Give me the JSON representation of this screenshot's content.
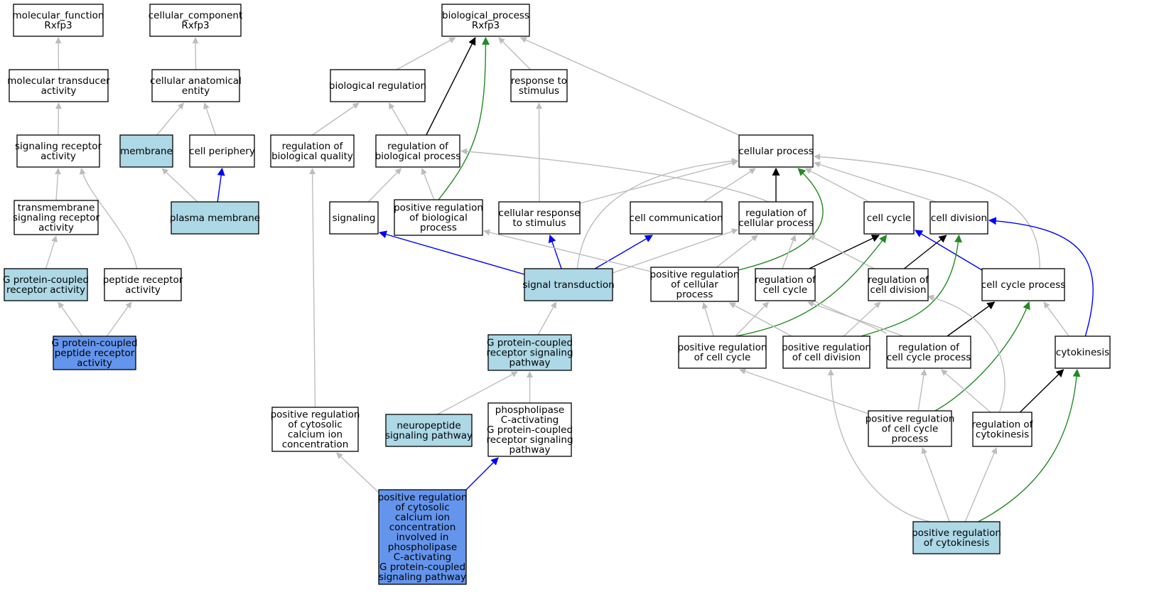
{
  "graph": {
    "colors": {
      "default_fill": "#ffffff",
      "light_fill": "#add8e6",
      "dark_fill": "#6495ed",
      "is_a": "#bdbdbd",
      "part_of": "#000000",
      "positively_regulates": "#228b22",
      "regulates_blue": "#0000ff"
    },
    "nodes": [
      {
        "id": "mf",
        "lines": [
          "molecular_function",
          "Rxfp3"
        ],
        "fill": "default"
      },
      {
        "id": "cc",
        "lines": [
          "cellular_component",
          "Rxfp3"
        ],
        "fill": "default"
      },
      {
        "id": "bp",
        "lines": [
          "biological_process",
          "Rxfp3"
        ],
        "fill": "default"
      },
      {
        "id": "mta",
        "lines": [
          "molecular transducer",
          "activity"
        ],
        "fill": "default"
      },
      {
        "id": "cae",
        "lines": [
          "cellular anatomical",
          "entity"
        ],
        "fill": "default"
      },
      {
        "id": "breg",
        "lines": [
          "biological regulation"
        ],
        "fill": "default"
      },
      {
        "id": "rts",
        "lines": [
          "response to",
          "stimulus"
        ],
        "fill": "default"
      },
      {
        "id": "sra",
        "lines": [
          "signaling receptor",
          "activity"
        ],
        "fill": "default"
      },
      {
        "id": "mem",
        "lines": [
          "membrane"
        ],
        "fill": "light"
      },
      {
        "id": "cper",
        "lines": [
          "cell periphery"
        ],
        "fill": "default"
      },
      {
        "id": "rbq",
        "lines": [
          "regulation of",
          "biological quality"
        ],
        "fill": "default"
      },
      {
        "id": "rbp",
        "lines": [
          "regulation of",
          "biological process"
        ],
        "fill": "default"
      },
      {
        "id": "cp",
        "lines": [
          "cellular process"
        ],
        "fill": "default"
      },
      {
        "id": "tsra",
        "lines": [
          "transmembrane",
          "signaling receptor",
          "activity"
        ],
        "fill": "default"
      },
      {
        "id": "pm",
        "lines": [
          "plasma membrane"
        ],
        "fill": "light"
      },
      {
        "id": "sig",
        "lines": [
          "signaling"
        ],
        "fill": "default"
      },
      {
        "id": "prbp",
        "lines": [
          "positive regulation",
          "of biological",
          "process"
        ],
        "fill": "default"
      },
      {
        "id": "crs",
        "lines": [
          "cellular response",
          "to stimulus"
        ],
        "fill": "default"
      },
      {
        "id": "ccom",
        "lines": [
          "cell communication"
        ],
        "fill": "default"
      },
      {
        "id": "rcp",
        "lines": [
          "regulation of",
          "cellular process"
        ],
        "fill": "default"
      },
      {
        "id": "cc2",
        "lines": [
          "cell cycle"
        ],
        "fill": "default"
      },
      {
        "id": "cdiv",
        "lines": [
          "cell division"
        ],
        "fill": "default"
      },
      {
        "id": "gpcra",
        "lines": [
          "G protein-coupled",
          "receptor activity"
        ],
        "fill": "light"
      },
      {
        "id": "pra",
        "lines": [
          "peptide receptor",
          "activity"
        ],
        "fill": "default"
      },
      {
        "id": "st",
        "lines": [
          "signal transduction"
        ],
        "fill": "light"
      },
      {
        "id": "prcp",
        "lines": [
          "positive regulation",
          "of cellular",
          "process"
        ],
        "fill": "default"
      },
      {
        "id": "rcc",
        "lines": [
          "regulation of",
          "cell cycle"
        ],
        "fill": "default"
      },
      {
        "id": "rcd",
        "lines": [
          "regulation of",
          "cell division"
        ],
        "fill": "default"
      },
      {
        "id": "ccp",
        "lines": [
          "cell cycle process"
        ],
        "fill": "default"
      },
      {
        "id": "gpcpra",
        "lines": [
          "G protein-coupled",
          "peptide receptor",
          "activity"
        ],
        "fill": "dark"
      },
      {
        "id": "gpcrsp",
        "lines": [
          "G protein-coupled",
          "receptor signaling",
          "pathway"
        ],
        "fill": "light"
      },
      {
        "id": "prcc",
        "lines": [
          "positive regulation",
          "of cell cycle"
        ],
        "fill": "default"
      },
      {
        "id": "prcd",
        "lines": [
          "positive regulation",
          "of cell division"
        ],
        "fill": "default"
      },
      {
        "id": "rccp",
        "lines": [
          "regulation of",
          "cell cycle process"
        ],
        "fill": "default"
      },
      {
        "id": "cyt",
        "lines": [
          "cytokinesis"
        ],
        "fill": "default"
      },
      {
        "id": "prcca",
        "lines": [
          "positive regulation",
          "of cytosolic",
          "calcium ion",
          "concentration"
        ],
        "fill": "default"
      },
      {
        "id": "nsp",
        "lines": [
          "neuropeptide",
          "signaling pathway"
        ],
        "fill": "light"
      },
      {
        "id": "plc",
        "lines": [
          "phospholipase",
          "C-activating",
          "G protein-coupled",
          "receptor signaling",
          "pathway"
        ],
        "fill": "default"
      },
      {
        "id": "prccp",
        "lines": [
          "positive regulation",
          "of cell cycle",
          "process"
        ],
        "fill": "default"
      },
      {
        "id": "rcyt",
        "lines": [
          "regulation of",
          "cytokinesis"
        ],
        "fill": "default"
      },
      {
        "id": "prcca_plc",
        "lines": [
          "positive regulation",
          "of cytosolic",
          "calcium ion",
          "concentration",
          "involved in",
          "phospholipase",
          "C-activating",
          "G protein-coupled",
          "signaling pathway"
        ],
        "fill": "dark"
      },
      {
        "id": "prcyt",
        "lines": [
          "positive regulation",
          "of cytokinesis"
        ],
        "fill": "light"
      }
    ]
  }
}
